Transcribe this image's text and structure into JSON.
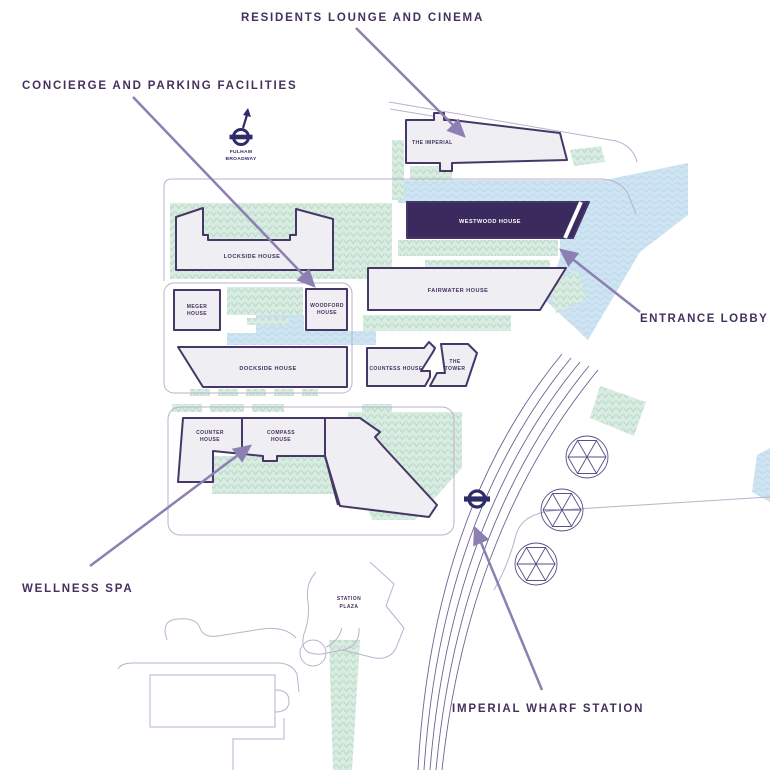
{
  "annotations": {
    "residents": "RESIDENTS LOUNGE AND CINEMA",
    "concierge": "CONCIERGE AND PARKING FACILITIES",
    "entrance": "ENTRANCE LOBBY",
    "wellness": "WELLNESS SPA",
    "station": "IMPERIAL WHARF STATION"
  },
  "stations": {
    "fulham": {
      "line1": "FULHAM",
      "line2": "BROADWAY"
    },
    "imperial_wharf_icon": "tfl-roundel"
  },
  "places": {
    "station_plaza": {
      "line1": "STATION",
      "line2": "PLAZA"
    }
  },
  "buildings": {
    "imperial": "THE IMPERIAL",
    "westwood": "WESTWOOD HOUSE",
    "lockside": "LOCKSIDE HOUSE",
    "fairwater": "FAIRWATER HOUSE",
    "dockside": "DOCKSIDE HOUSE",
    "countess": "COUNTESS HOUSE",
    "meger": {
      "line1": "MEGER",
      "line2": "HOUSE"
    },
    "woodford": {
      "line1": "WOODFORD",
      "line2": "HOUSE"
    },
    "tower": {
      "line1": "THE",
      "line2": "TOWER"
    },
    "counter": {
      "line1": "COUNTER",
      "line2": "HOUSE"
    },
    "compass": {
      "line1": "COMPASS",
      "line2": "HOUSE"
    }
  },
  "icons": {
    "station_marker": "tfl-roundel",
    "tree": "hexagon-tree",
    "direction_arrow": "north-arrow"
  },
  "colors": {
    "label_text": "#44315e",
    "building_fill": "#efeef3",
    "building_stroke": "#463767",
    "highlight_building_fill": "#3a2a5d",
    "leader_arrow": "#8c7fb2",
    "green_area": "#daece2",
    "water": "#cfe4f2",
    "path_line": "#b9b2cc",
    "rail_line": "#6e6296",
    "roundel": "#2f2b68"
  }
}
